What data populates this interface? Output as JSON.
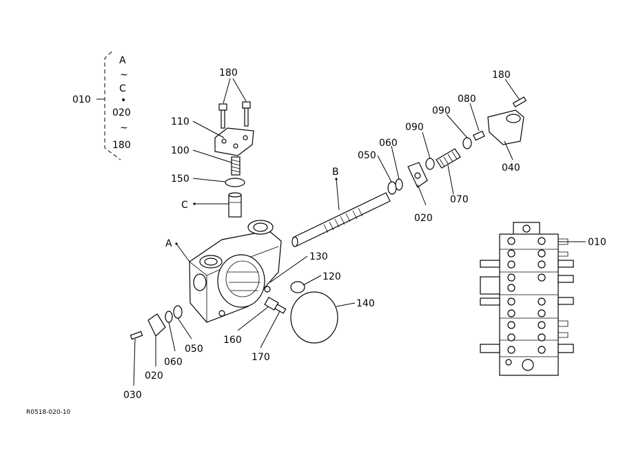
{
  "group_bracket": {
    "label": "010",
    "range_lines": [
      "A",
      "~",
      "C",
      "•",
      "020",
      "~",
      "180"
    ]
  },
  "callouts": {
    "c180_top": "180",
    "c110": "110",
    "c100": "100",
    "c150": "150",
    "cC": "C",
    "cA": "A",
    "cB": "B",
    "c050_mid": "050",
    "c060_mid": "060",
    "c020_mid": "020",
    "c090_a": "090",
    "c090_b": "090",
    "c070": "070",
    "c080": "080",
    "c180_right": "180",
    "c040": "040",
    "c130": "130",
    "c120": "120",
    "c140": "140",
    "c160": "160",
    "c170": "170",
    "c050_low": "050",
    "c060_low": "060",
    "c020_low": "020",
    "c030": "030",
    "c010_right": "010"
  },
  "footer": {
    "figure_code": "R0518-020-10"
  }
}
